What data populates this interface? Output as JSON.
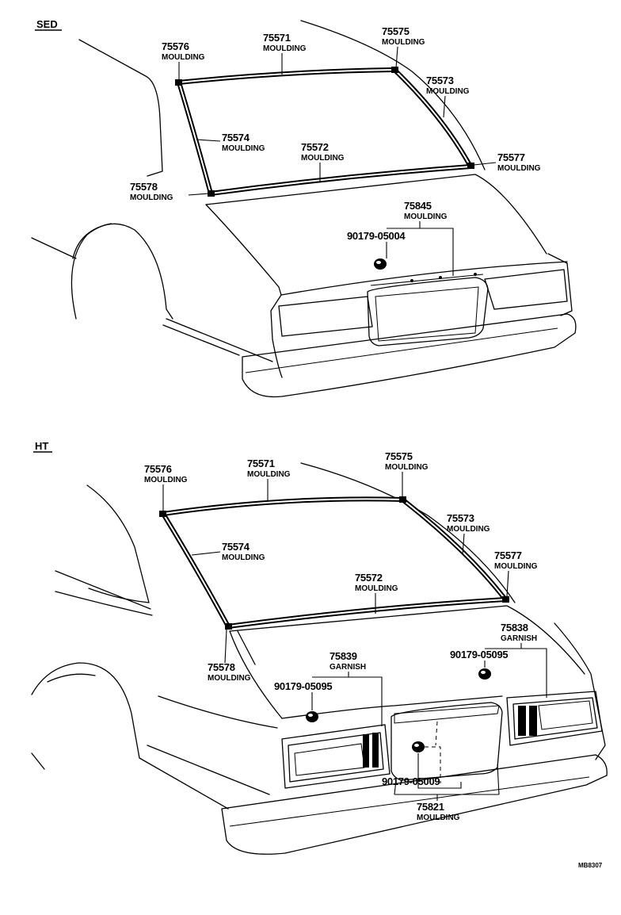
{
  "sections": [
    {
      "heading": "SED",
      "callouts": [
        {
          "part_no": "75576",
          "name": "MOULDING"
        },
        {
          "part_no": "75571",
          "name": "MOULDING"
        },
        {
          "part_no": "75575",
          "name": "MOULDING"
        },
        {
          "part_no": "75573",
          "name": "MOULDING"
        },
        {
          "part_no": "75574",
          "name": "MOULDING"
        },
        {
          "part_no": "75572",
          "name": "MOULDING"
        },
        {
          "part_no": "75577",
          "name": "MOULDING"
        },
        {
          "part_no": "75578",
          "name": "MOULDING"
        },
        {
          "part_no": "75845",
          "name": "MOULDING"
        },
        {
          "part_no": "90179-05004",
          "name": ""
        }
      ]
    },
    {
      "heading": "HT",
      "callouts": [
        {
          "part_no": "75576",
          "name": "MOULDING"
        },
        {
          "part_no": "75571",
          "name": "MOULDING"
        },
        {
          "part_no": "75575",
          "name": "MOULDING"
        },
        {
          "part_no": "75573",
          "name": "MOULDING"
        },
        {
          "part_no": "75574",
          "name": "MOULDING"
        },
        {
          "part_no": "75577",
          "name": "MOULDING"
        },
        {
          "part_no": "75572",
          "name": "MOULDING"
        },
        {
          "part_no": "75838",
          "name": "GARNISH"
        },
        {
          "part_no": "90179-05095",
          "name": ""
        },
        {
          "part_no": "75839",
          "name": "GARNISH"
        },
        {
          "part_no": "90179-05095",
          "name": ""
        },
        {
          "part_no": "75578",
          "name": "MOULDING"
        },
        {
          "part_no": "90179-05009",
          "name": ""
        },
        {
          "part_no": "75821",
          "name": "MOULDING"
        }
      ]
    }
  ],
  "figure_ref": "MB8307"
}
